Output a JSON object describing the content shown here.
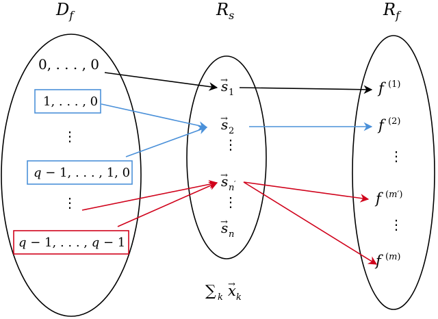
{
  "sets": {
    "domain": {
      "label": "D",
      "sub": "f"
    },
    "range_s": {
      "label": "R",
      "sub": "s"
    },
    "range_f": {
      "label": "R",
      "sub": "f"
    }
  },
  "domain_items": {
    "zero": "0, . . . , 0",
    "one": "1, . . . , 0",
    "q_mixed_pre": "q",
    "q_mixed_post": " − 1, . . . , 1, 0",
    "q_all_pre": "q",
    "q_all_mid": " − 1, . . . , ",
    "q_all_q": "q",
    "q_all_post": " − 1",
    "dots": "⋮"
  },
  "state_items": {
    "s": "s",
    "arrow_accent": "→",
    "sub1": "1",
    "sub2": "2",
    "subn": "n",
    "subprime": "′"
  },
  "function_items": {
    "f": "f",
    "sup1": "(1)",
    "sup2": "(2)",
    "sup_m_open": "(",
    "sup_m": "m",
    "sup_m_prime": "′",
    "sup_m_close": ")"
  },
  "bottom_label": {
    "sum": "∑",
    "k": "k",
    "x": "x",
    "arrow_accent": "→"
  },
  "colors": {
    "black": "#000000",
    "blue": "#4a90d9",
    "red": "#d0021b"
  }
}
